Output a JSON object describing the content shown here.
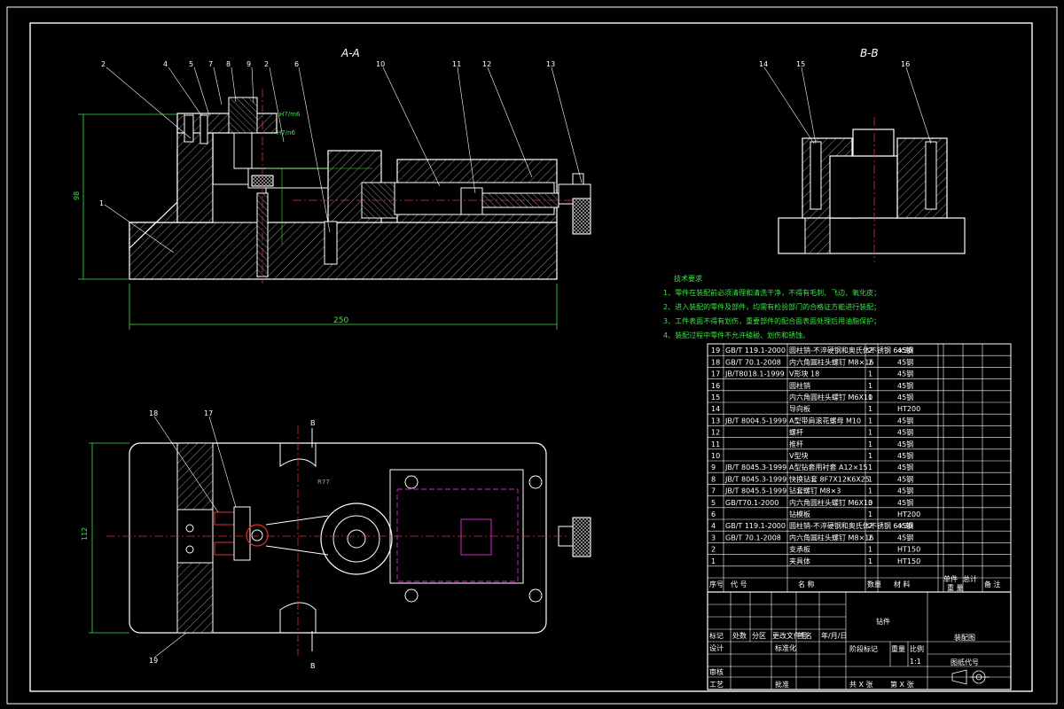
{
  "colors": {
    "background": "#000000",
    "line": "#ffffff",
    "dimension": "#3ee04a",
    "center": "#e23030",
    "hidden": "#d02ad0",
    "hatch": "#9a9a9a"
  },
  "views": {
    "section_aa": "A-A",
    "section_bb": "B-B",
    "arrow_letter": "B"
  },
  "dimensions": {
    "overall_length": "250",
    "height": "98",
    "plan_width": "112",
    "angle_label": "R77"
  },
  "balloons": {
    "aa": [
      "2",
      "4",
      "5",
      "7",
      "8",
      "9",
      "2",
      "6",
      "10",
      "11",
      "12",
      "13",
      "1"
    ],
    "bb": [
      "14",
      "15",
      "16"
    ],
    "plan": [
      "18",
      "17",
      "19"
    ]
  },
  "tech_notes": {
    "title": "技术要求",
    "items": [
      "1、零件在装配前必须清理和清洗干净，不得有毛刺、飞边、氧化皮；",
      "2、进入装配的零件及部件，均需有检验部门的合格证方能进行装配；",
      "3、工件表面不得有划伤，重要部件的配合面表面处理后用油脂保护；",
      "4、装配过程中零件不允许磕碰、划伤和锈蚀。"
    ]
  },
  "bom": {
    "rows": [
      {
        "no": "19",
        "code": "GB/T 119.1-2000",
        "name": "圆柱销-不淬硬钢和奥氏体不锈钢 6×30",
        "qty": "2",
        "mat": "45钢"
      },
      {
        "no": "18",
        "code": "GB/T 70.1-2008",
        "name": "内六角圆柱头螺钉 M8×16",
        "qty": "2",
        "mat": "45钢"
      },
      {
        "no": "17",
        "code": "JB/T8018.1-1999",
        "name": "V形块 18",
        "qty": "1",
        "mat": "45钢"
      },
      {
        "no": "16",
        "code": "",
        "name": "圆柱销",
        "qty": "1",
        "mat": "45钢"
      },
      {
        "no": "15",
        "code": "",
        "name": "内六角圆柱头螺钉 M6X10",
        "qty": "1",
        "mat": "45钢"
      },
      {
        "no": "14",
        "code": "",
        "name": "导向板",
        "qty": "1",
        "mat": "HT200"
      },
      {
        "no": "13",
        "code": "JB/T 8004.5-1999",
        "name": "A型带肩滚花螺母 M10",
        "qty": "1",
        "mat": "45钢"
      },
      {
        "no": "12",
        "code": "",
        "name": "螺杆",
        "qty": "1",
        "mat": "45钢"
      },
      {
        "no": "11",
        "code": "",
        "name": "推杆",
        "qty": "1",
        "mat": "45钢"
      },
      {
        "no": "10",
        "code": "",
        "name": "V型块",
        "qty": "1",
        "mat": "45钢"
      },
      {
        "no": "9",
        "code": "JB/T 8045.3-1999",
        "name": "A型钻套用衬套 A12×15",
        "qty": "1",
        "mat": "45钢"
      },
      {
        "no": "8",
        "code": "JB/T 8045.3-1999",
        "name": "快换钻套 8F7X12K6X25",
        "qty": "1",
        "mat": "45钢"
      },
      {
        "no": "7",
        "code": "JB/T 8045.5-1999",
        "name": "钻套螺钉 M8×3",
        "qty": "1",
        "mat": "45钢"
      },
      {
        "no": "5",
        "code": "GB/T70.1-2000",
        "name": "内六角圆柱头螺钉 M6X10",
        "qty": "3",
        "mat": "45钢"
      },
      {
        "no": "6",
        "code": "",
        "name": "钻模板",
        "qty": "1",
        "mat": "HT200"
      },
      {
        "no": "4",
        "code": "GB/T 119.1-2000",
        "name": "圆柱销-不淬硬钢和奥氏体不锈钢 6×30",
        "qty": "2",
        "mat": "45钢"
      },
      {
        "no": "3",
        "code": "GB/T 70.1-2008",
        "name": "内六角圆柱头螺钉 M8×16",
        "qty": "2",
        "mat": "45钢"
      },
      {
        "no": "2",
        "code": "",
        "name": "支承板",
        "qty": "1",
        "mat": "HT150"
      },
      {
        "no": "1",
        "code": "",
        "name": "夹具体",
        "qty": "1",
        "mat": "HT150"
      }
    ],
    "header": {
      "no": "序号",
      "code": "代    号",
      "name": "名    称",
      "qty": "数量",
      "mat": "材    料",
      "unit": "单件",
      "total": "总计",
      "weight": "重  量",
      "remark": "备  注"
    }
  },
  "title_block": {
    "part_name": "钻件",
    "drawing_title": "装配图",
    "drawing_no": "图纸代号",
    "mark": "标记",
    "count": "处数",
    "zone": "分区",
    "change_doc": "更改文件号",
    "sign": "签名",
    "date": "年/月/日",
    "designer": "设计",
    "standard": "标准化",
    "stage": "阶段标记",
    "weight": "重量",
    "scale": "比例",
    "scale_value": "1:1",
    "review": "审核",
    "process": "工艺",
    "approve": "批准",
    "total_sheets": "共 X 张",
    "sheet_no": "第 X 张"
  }
}
